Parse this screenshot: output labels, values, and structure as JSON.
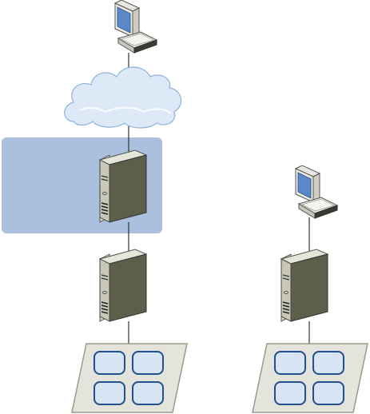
{
  "diagram": {
    "kind": "network topology",
    "colors": {
      "zone_fill": "#aac0de",
      "cloud_fill": "#dde9f6",
      "cloud_stroke": "#8fb2d8",
      "server_front": "#5d5f4b",
      "server_side": "#d6d4c6",
      "monitor_screen": "#5b88c8",
      "platform_fill": "#e4e4dc",
      "platform_stroke": "#9a9a8c",
      "cell_fill": "#d8e3f3",
      "cell_stroke": "#1f4f8c",
      "connector": "#333333"
    },
    "nodes": [
      {
        "id": "workstation-top",
        "icon": "monitor-icon"
      },
      {
        "id": "internet",
        "icon": "cloud-icon"
      },
      {
        "id": "dmz-zone",
        "icon": "zone-rect"
      },
      {
        "id": "server-dmz",
        "icon": "server-icon"
      },
      {
        "id": "server-internal-left",
        "icon": "server-icon"
      },
      {
        "id": "storage-left",
        "icon": "storage-array-icon"
      },
      {
        "id": "workstation-right",
        "icon": "monitor-icon"
      },
      {
        "id": "server-right",
        "icon": "server-icon"
      },
      {
        "id": "storage-right",
        "icon": "storage-array-icon"
      }
    ],
    "edges": [
      [
        "workstation-top",
        "internet"
      ],
      [
        "internet",
        "server-dmz"
      ],
      [
        "server-dmz",
        "server-internal-left"
      ],
      [
        "server-internal-left",
        "storage-left"
      ],
      [
        "workstation-right",
        "server-right"
      ],
      [
        "server-right",
        "storage-right"
      ]
    ]
  }
}
